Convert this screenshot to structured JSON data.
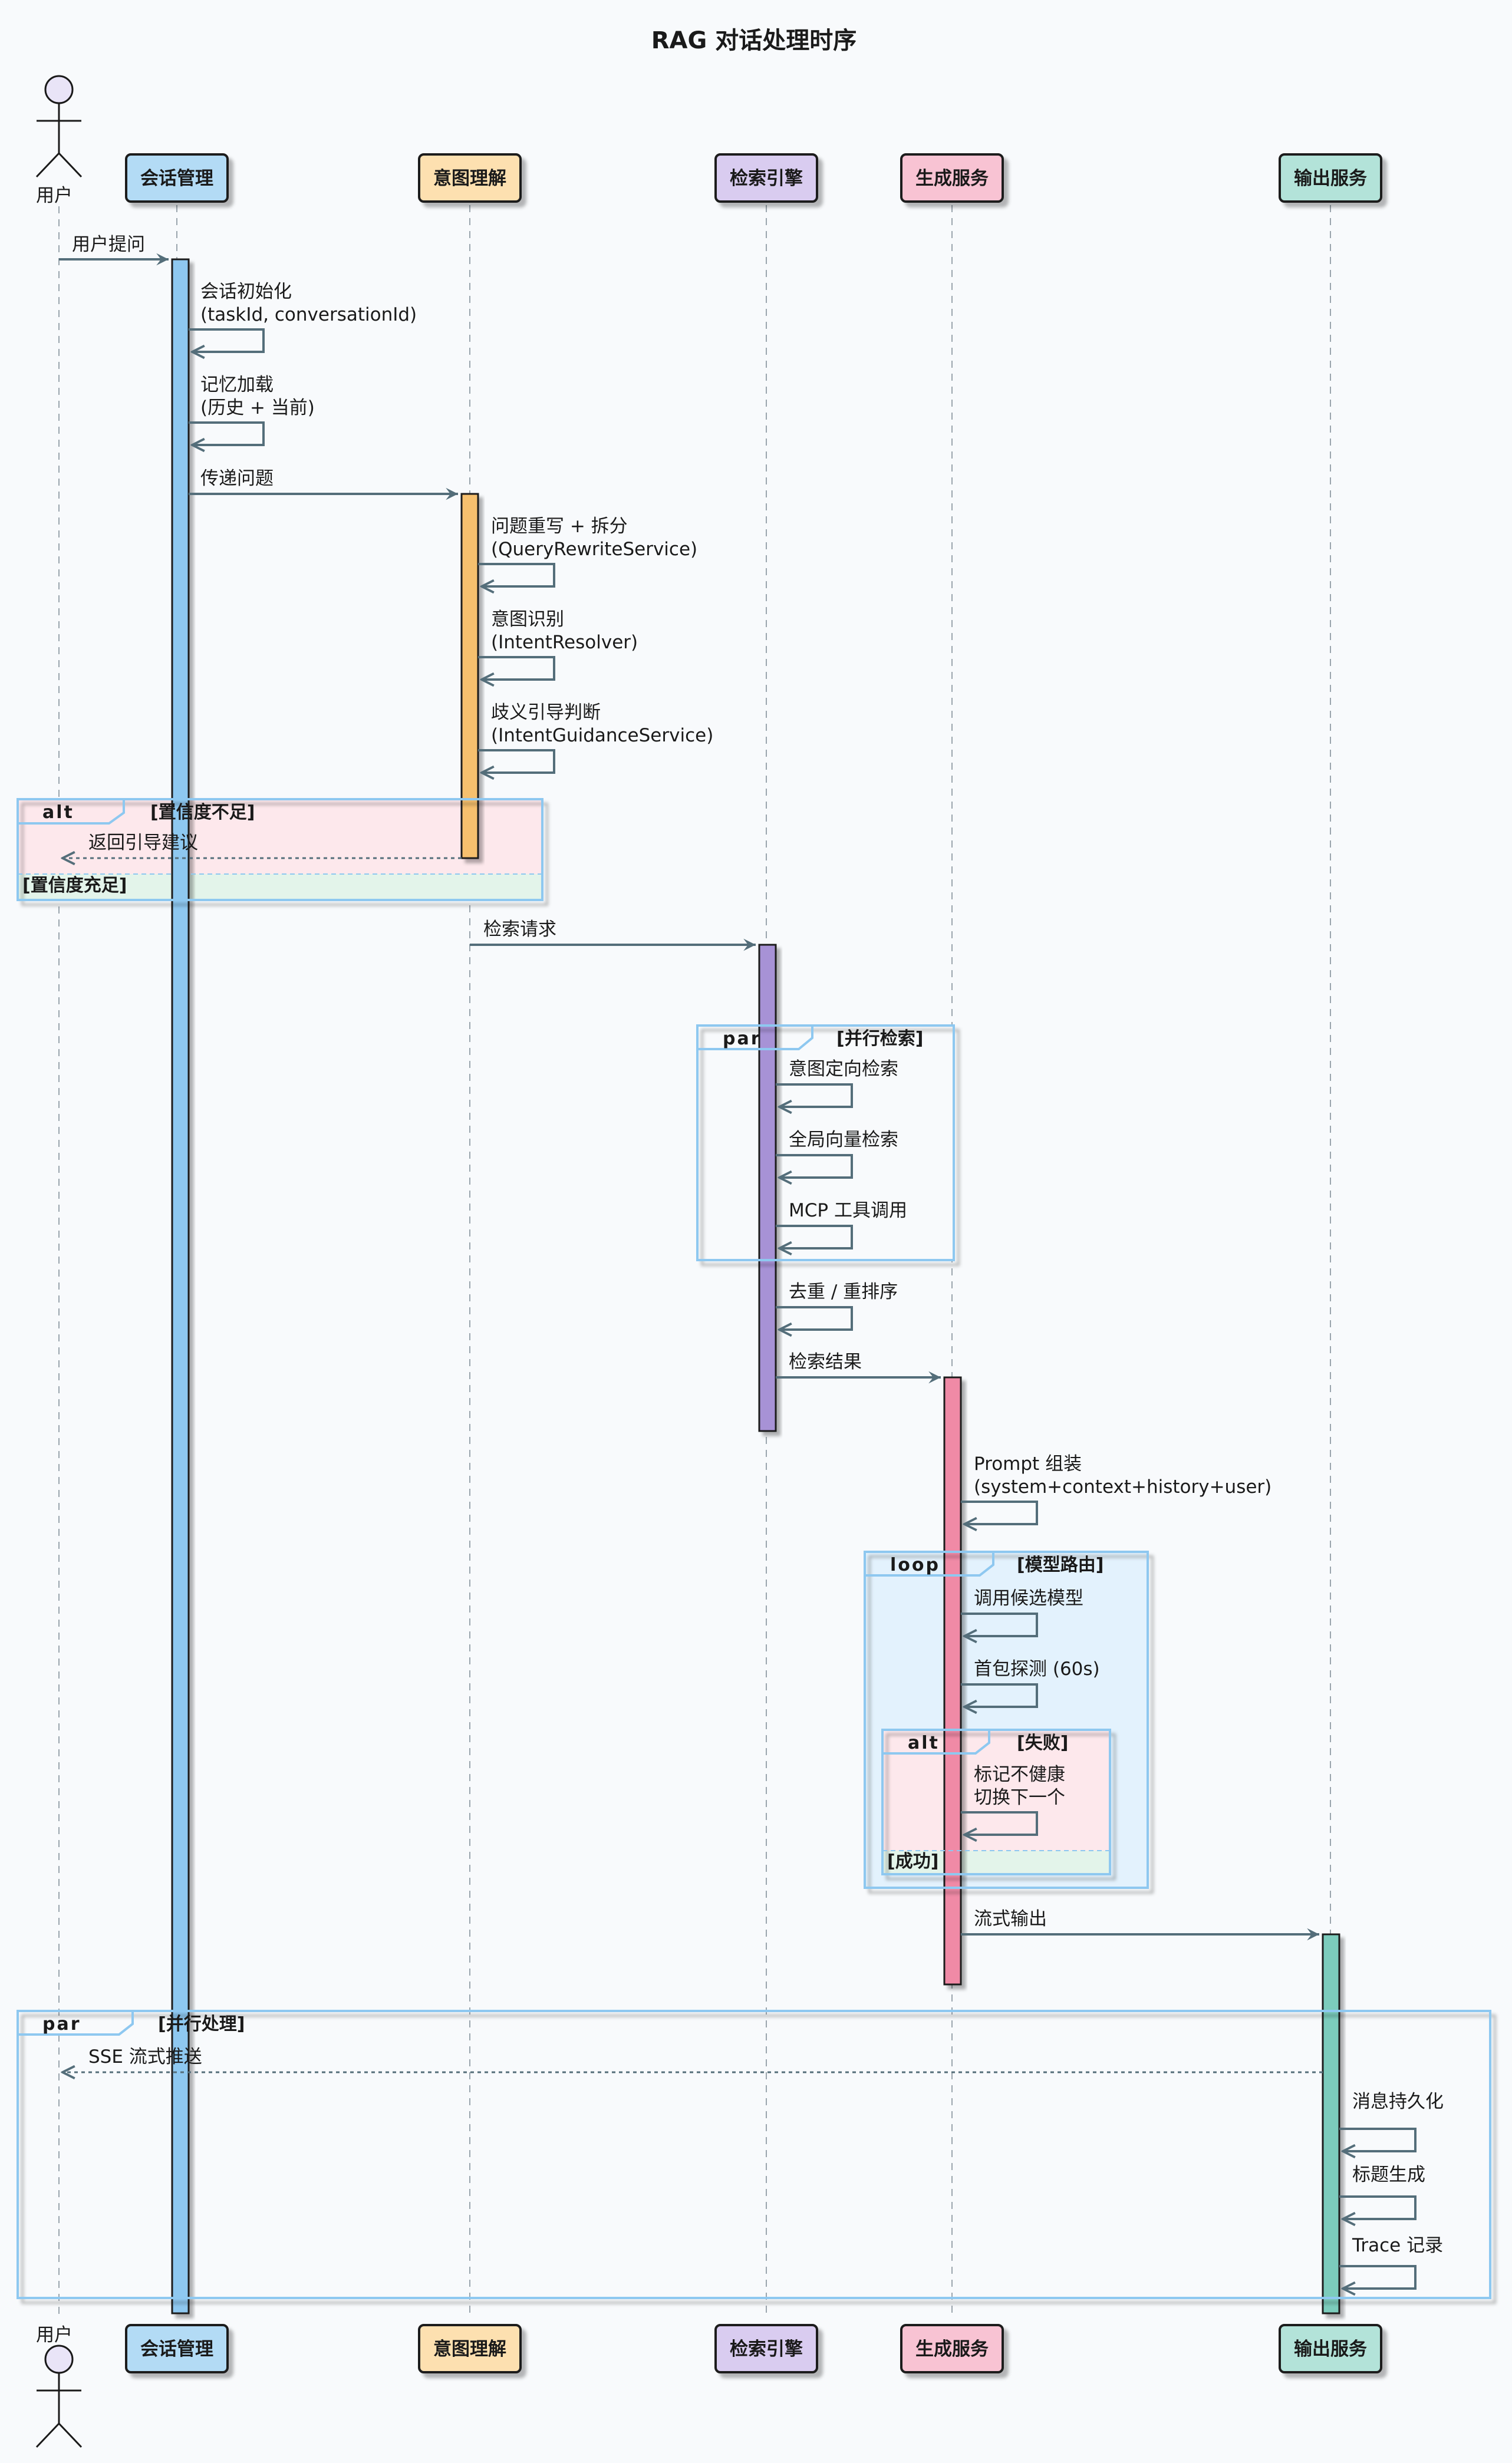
{
  "title": "RAG 对话处理时序",
  "actor": {
    "label": "用户"
  },
  "participants": [
    {
      "id": "session",
      "label": "会话管理",
      "color": "#b3dbf5",
      "bar": "#8ec8f0"
    },
    {
      "id": "intent",
      "label": "意图理解",
      "color": "#fde0b0",
      "bar": "#f6c06e"
    },
    {
      "id": "retrieval",
      "label": "检索引擎",
      "color": "#d9ccf0",
      "bar": "#a792d6"
    },
    {
      "id": "generation",
      "label": "生成服务",
      "color": "#f8c3d3",
      "bar": "#f08aa6"
    },
    {
      "id": "output",
      "label": "输出服务",
      "color": "#b3e3d9",
      "bar": "#7cccbc"
    }
  ],
  "messages": [
    {
      "from": "user",
      "to": "session",
      "lines": [
        "用户提问"
      ],
      "type": "sync"
    },
    {
      "self": "session",
      "lines": [
        "会话初始化",
        "(taskId, conversationId)"
      ]
    },
    {
      "self": "session",
      "lines": [
        "记忆加载",
        "(历史 + 当前)"
      ]
    },
    {
      "from": "session",
      "to": "intent",
      "lines": [
        "传递问题"
      ],
      "type": "sync"
    },
    {
      "self": "intent",
      "lines": [
        "问题重写 + 拆分",
        "(QueryRewriteService)"
      ]
    },
    {
      "self": "intent",
      "lines": [
        "意图识别",
        "(IntentResolver)"
      ]
    },
    {
      "self": "intent",
      "lines": [
        "歧义引导判断",
        "(IntentGuidanceService)"
      ]
    },
    {
      "from": "intent",
      "to": "user",
      "lines": [
        "返回引导建议"
      ],
      "type": "return"
    },
    {
      "from": "intent",
      "to": "retrieval",
      "lines": [
        "检索请求"
      ],
      "type": "sync"
    },
    {
      "self": "retrieval",
      "lines": [
        "意图定向检索"
      ]
    },
    {
      "self": "retrieval",
      "lines": [
        "全局向量检索"
      ]
    },
    {
      "self": "retrieval",
      "lines": [
        "MCP 工具调用"
      ]
    },
    {
      "self": "retrieval",
      "lines": [
        "去重 / 重排序"
      ]
    },
    {
      "from": "retrieval",
      "to": "generation",
      "lines": [
        "检索结果"
      ],
      "type": "sync"
    },
    {
      "self": "generation",
      "lines": [
        "Prompt 组装",
        "(system+context+history+user)"
      ]
    },
    {
      "self": "generation",
      "lines": [
        "调用候选模型"
      ]
    },
    {
      "self": "generation",
      "lines": [
        "首包探测 (60s)"
      ]
    },
    {
      "self": "generation",
      "lines": [
        "标记不健康",
        "切换下一个"
      ]
    },
    {
      "from": "generation",
      "to": "output",
      "lines": [
        "流式输出"
      ],
      "type": "sync"
    },
    {
      "from": "output",
      "to": "user",
      "lines": [
        "SSE 流式推送"
      ],
      "type": "return"
    },
    {
      "self": "output",
      "lines": [
        "消息持久化"
      ]
    },
    {
      "self": "output",
      "lines": [
        "标题生成"
      ]
    },
    {
      "self": "output",
      "lines": [
        "Trace 记录"
      ]
    }
  ],
  "fragments": [
    {
      "kind": "alt",
      "conditions": [
        "[置信度不足]",
        "[置信度充足]"
      ]
    },
    {
      "kind": "par",
      "conditions": [
        "[并行检索]"
      ]
    },
    {
      "kind": "loop",
      "conditions": [
        "[模型路由]"
      ]
    },
    {
      "kind": "alt",
      "conditions": [
        "[失败]",
        "[成功]"
      ]
    },
    {
      "kind": "par",
      "conditions": [
        "[并行处理]"
      ]
    }
  ],
  "colors": {
    "line": "#546e7a",
    "frame_border": "#8ec8f0",
    "alt_bg": "#fde8ec",
    "alt_else_bg": "#e3f4ea",
    "loop_bg": "#e3f2fd"
  }
}
